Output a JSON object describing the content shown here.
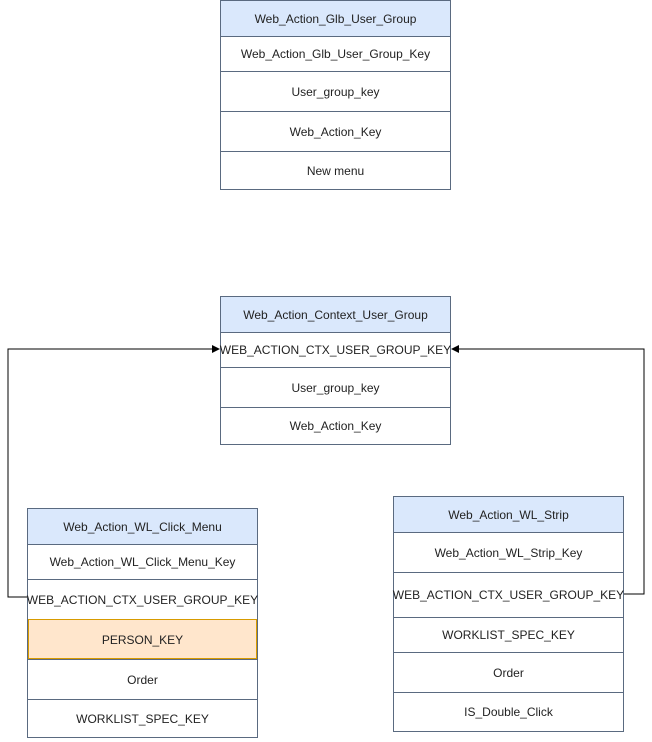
{
  "entities": [
    {
      "id": "glb-user-group",
      "title": "Web_Action_Glb_User_Group",
      "fields": [
        {
          "name": "Web_Action_Glb_User_Group_Key"
        },
        {
          "name": "User_group_key"
        },
        {
          "name": "Web_Action_Key"
        },
        {
          "name": "New menu"
        }
      ]
    },
    {
      "id": "context-user-group",
      "title": "Web_Action_Context_User_Group",
      "fields": [
        {
          "name": "WEB_ACTION_CTX_USER_GROUP_KEY"
        },
        {
          "name": "User_group_key"
        },
        {
          "name": "Web_Action_Key"
        }
      ]
    },
    {
      "id": "wl-click-menu",
      "title": "Web_Action_WL_Click_Menu",
      "fields": [
        {
          "name": "Web_Action_WL_Click_Menu_Key"
        },
        {
          "name": "WEB_ACTION_CTX_USER_GROUP_KEY"
        },
        {
          "name": "PERSON_KEY",
          "highlighted": true
        },
        {
          "name": "Order"
        },
        {
          "name": "WORKLIST_SPEC_KEY"
        }
      ]
    },
    {
      "id": "wl-strip",
      "title": "Web_Action_WL_Strip",
      "fields": [
        {
          "name": "Web_Action_WL_Strip_Key"
        },
        {
          "name": "WEB_ACTION_CTX_USER_GROUP_KEY"
        },
        {
          "name": "WORKLIST_SPEC_KEY"
        },
        {
          "name": "Order"
        },
        {
          "name": "IS_Double_Click"
        }
      ]
    }
  ],
  "connectors": [
    {
      "from": "Web_Action_WL_Click_Menu.WEB_ACTION_CTX_USER_GROUP_KEY",
      "to": "Web_Action_Context_User_Group.WEB_ACTION_CTX_USER_GROUP_KEY"
    },
    {
      "from": "Web_Action_WL_Strip.WEB_ACTION_CTX_USER_GROUP_KEY",
      "to": "Web_Action_Context_User_Group.WEB_ACTION_CTX_USER_GROUP_KEY"
    }
  ],
  "colors": {
    "header_fill": "#dae8fc",
    "highlight_fill": "#ffe6cc",
    "border": "#5a6a80",
    "connector": "#000000"
  }
}
